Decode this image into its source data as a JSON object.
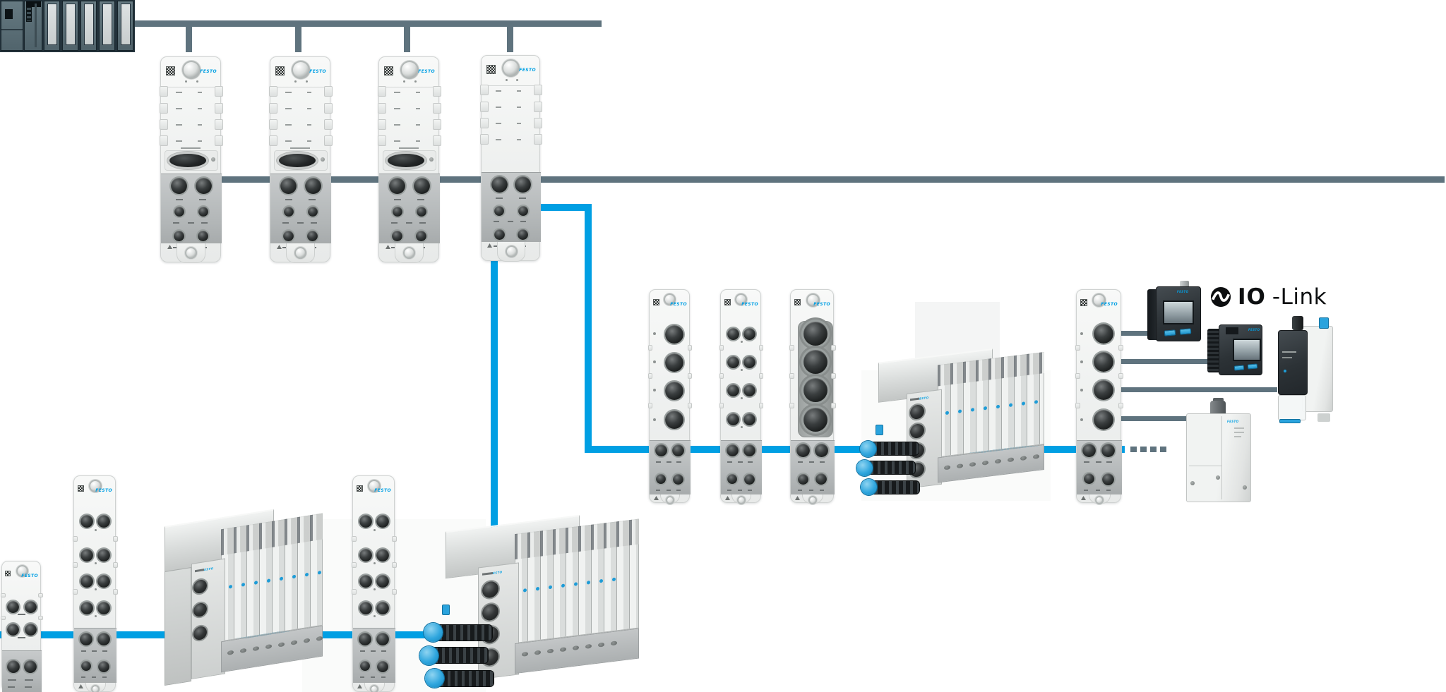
{
  "branding": {
    "festo_logo": "FESTO"
  },
  "io_link_logo": {
    "icon": "io-link-swirl-icon",
    "text_bold": "IO",
    "text_regular": "-Link"
  },
  "colors": {
    "fieldbus_line_gray": "#5F737E",
    "branch_line_blue": "#009FE3",
    "festo_blue": "#00A0E4",
    "module_body": "#F1F3F2",
    "module_connector_section": "#B9BDBE",
    "connector_dark": "#26292A",
    "plc_body": "#5E727A",
    "io_link_device_dark": "#2F3539",
    "valve_terminal_body": "#DDE0DF"
  },
  "topology": {
    "controller": "plc-controller",
    "upper_fieldbus": {
      "line_color_key": "fieldbus_line_gray",
      "nodes": [
        "bus-node-1",
        "bus-node-2",
        "bus-node-3",
        "bus-node-4"
      ]
    },
    "branch_right": {
      "line_color_key": "branch_line_blue",
      "nodes": [
        "io-module-1",
        "io-module-2",
        "io-module-3",
        "valve-terminal-vtug-1",
        "io-link-master-module"
      ],
      "continues_dotted": true
    },
    "io_link_devices": [
      "pressure-sensor-display-1",
      "pressure-sensor-display-2",
      "vacuum-generator",
      "proportional-pressure-regulator"
    ],
    "branch_bottom": {
      "line_color_key": "branch_line_blue",
      "nodes": [
        "io-module-4",
        "io-module-5",
        "valve-terminal-mpa",
        "io-module-6",
        "valve-terminal-vtug-2"
      ]
    }
  }
}
